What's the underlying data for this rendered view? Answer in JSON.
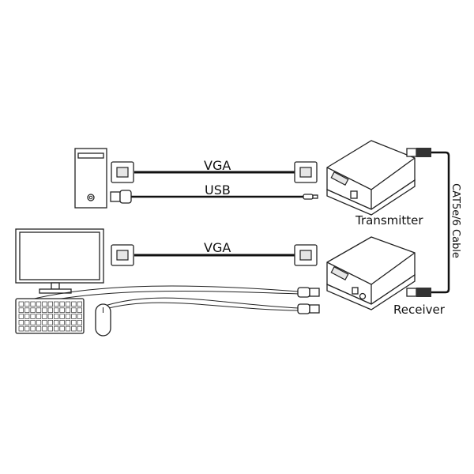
{
  "labels": {
    "vga_top": "VGA",
    "usb": "USB",
    "vga_bottom": "VGA",
    "transmitter": "Transmitter",
    "receiver": "Receiver",
    "cable": "CAT5e/6 Cable"
  }
}
